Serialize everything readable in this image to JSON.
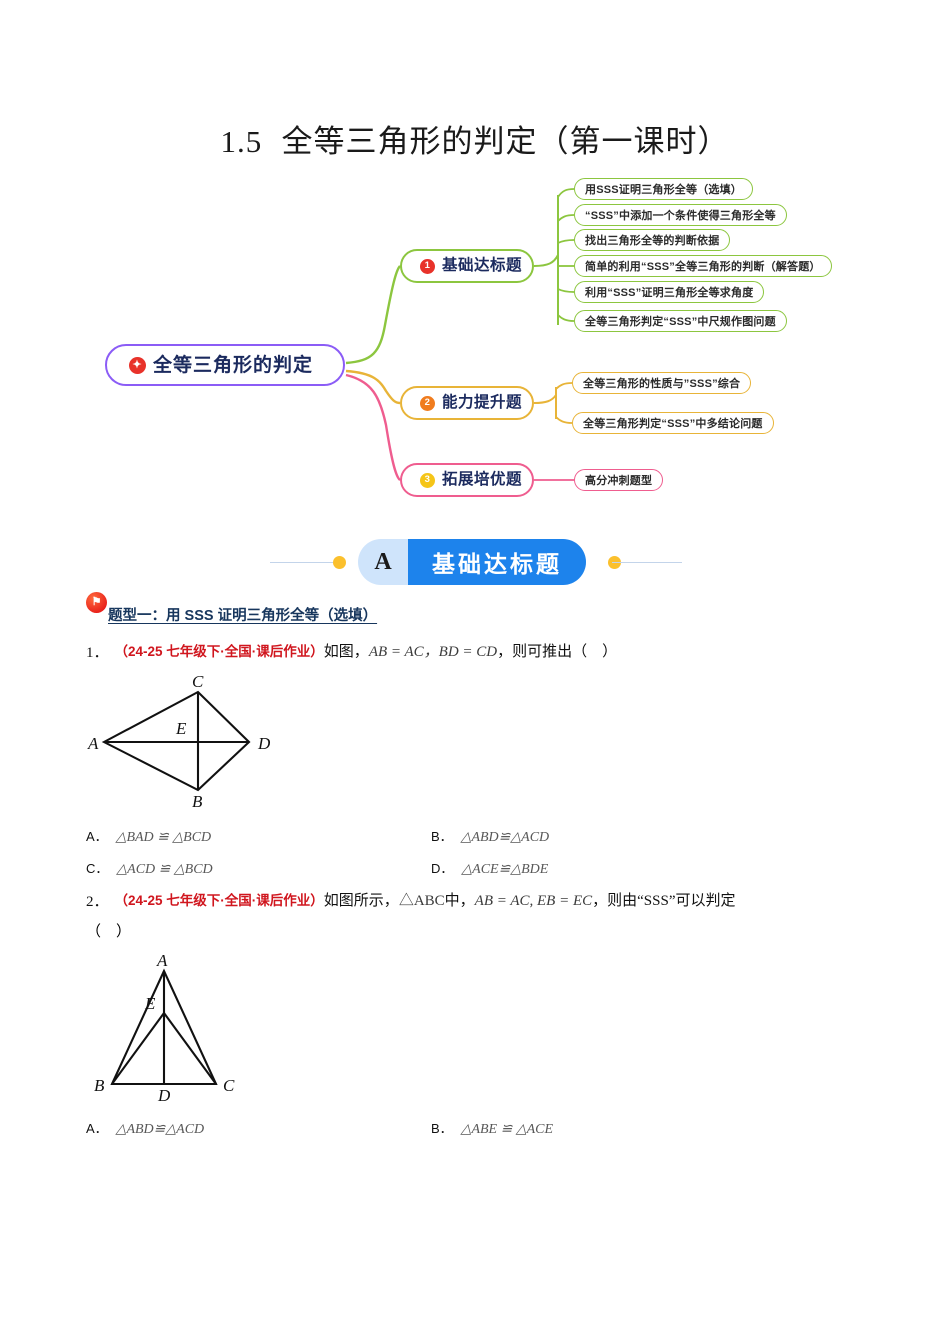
{
  "document": {
    "title_number": "1.5",
    "title_text": "全等三角形的判定（第一课时）"
  },
  "mindmap": {
    "root": {
      "label": "全等三角形的判定",
      "icon": "star-icon",
      "border_color": "#8b5cf6"
    },
    "branches": [
      {
        "index": "1",
        "label": "基础达标题",
        "color": "#8cc63f",
        "badge_color": "#e8322a",
        "leaves": [
          "用SSS证明三角形全等（选填）",
          "“SSS”中添加一个条件使得三角形全等",
          "找出三角形全等的判断依据",
          "简单的利用“SSS”全等三角形的判断（解答题）",
          "利用“SSS”证明三角形全等求角度",
          "全等三角形判定“SSS”中尺规作图问题"
        ]
      },
      {
        "index": "2",
        "label": "能力提升题",
        "color": "#e8b438",
        "badge_color": "#f07c1e",
        "leaves": [
          "全等三角形的性质与”SSS”综合",
          "全等三角形判定“SSS”中多结论问题"
        ]
      },
      {
        "index": "3",
        "label": "拓展培优题",
        "color": "#ef5d8f",
        "badge_color": "#f5c518",
        "leaves": [
          "高分冲刺题型"
        ]
      }
    ]
  },
  "section_banner": {
    "letter": "A",
    "label": "基础达标题",
    "letter_bg": "#cfe4fb",
    "label_bg": "#1d83ec",
    "dot_color": "#fbc02d"
  },
  "question_type": {
    "label": "题型一：用 SSS 证明三角形全等（选填）",
    "icon": "flag-icon",
    "color": "#17365d"
  },
  "questions": [
    {
      "number": "1．",
      "source": "（24-25 七年级下·全国·课后作业）",
      "source_color": "#d0161e",
      "stem_before": "如图，",
      "given": "AB = AC，BD = CD",
      "stem_after": "，则可推出（　）",
      "figure": {
        "name": "quadrilateral-acdb-with-diagonals",
        "vertices": [
          "A",
          "C",
          "D",
          "B",
          "E"
        ]
      },
      "options": [
        {
          "label": "A．",
          "value": "△BAD ≌ △BCD"
        },
        {
          "label": "B．",
          "value": "△ABD≌△ACD"
        },
        {
          "label": "C．",
          "value": "△ACD ≌ △BCD"
        },
        {
          "label": "D．",
          "value": "△ACE≌△BDE"
        }
      ]
    },
    {
      "number": "2．",
      "source": "（24-25 七年级下·全国·课后作业）",
      "source_color": "#d0161e",
      "stem_before": "如图所示，",
      "triangle": "△ABC",
      "stem_middle": "中，",
      "given": "AB = AC, EB = EC",
      "stem_after": "，则由“SSS”可以判定",
      "stem_cont": "（　）",
      "figure": {
        "name": "isosceles-triangle-abc-with-point-e",
        "vertices": [
          "A",
          "E",
          "B",
          "D",
          "C"
        ]
      },
      "options": [
        {
          "label": "A．",
          "value": "△ABD≌△ACD"
        },
        {
          "label": "B．",
          "value": "△ABE ≌ △ACE"
        }
      ]
    }
  ]
}
